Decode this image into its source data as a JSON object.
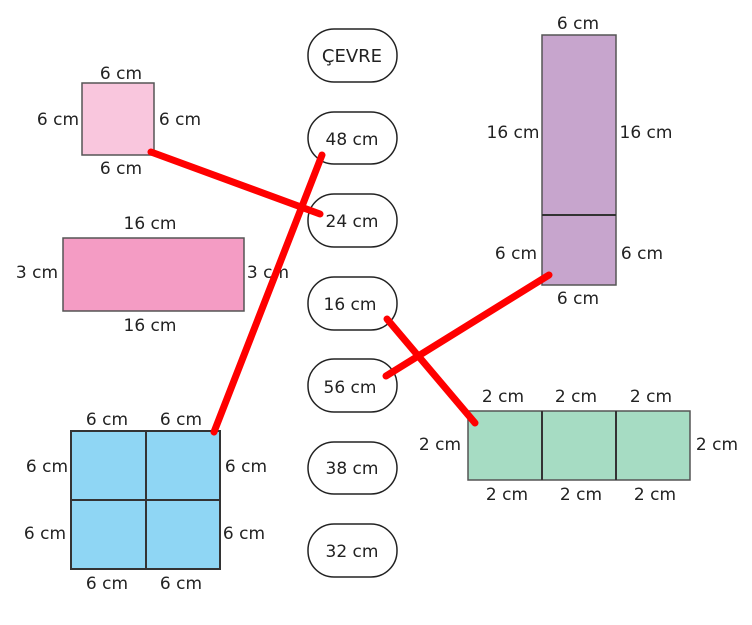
{
  "colors": {
    "pink_light": "#f9c6dd",
    "pink": "#f49cc4",
    "purple": "#c7a5cd",
    "blue": "#8fd6f4",
    "green": "#a6dcc3",
    "outline": "#555555",
    "line": "#ff0000"
  },
  "column": {
    "title": "ÇEVRE",
    "options": [
      "48 cm",
      "24 cm",
      "16 cm",
      "56 cm",
      "38 cm",
      "32 cm"
    ]
  },
  "shapes": {
    "small_square": {
      "top": "6 cm",
      "bottom": "6 cm",
      "left": "6 cm",
      "right": "6 cm"
    },
    "pink_rect": {
      "top": "16 cm",
      "bottom": "16 cm",
      "left": "3 cm",
      "right": "3 cm"
    },
    "blue_grid": {
      "top": [
        "6 cm",
        "6 cm"
      ],
      "bottom": [
        "6 cm",
        "6 cm"
      ],
      "left": [
        "6 cm",
        "6 cm"
      ],
      "right": [
        "6 cm",
        "6 cm"
      ]
    },
    "purple_tall": {
      "top": "6 cm",
      "left_upper": "16 cm",
      "right_upper": "16 cm",
      "left_lower": "6 cm",
      "right_lower": "6 cm",
      "bottom": "6 cm"
    },
    "green_strip": {
      "top": [
        "2 cm",
        "2 cm",
        "2 cm"
      ],
      "bottom": [
        "2 cm",
        "2 cm",
        "2 cm"
      ],
      "left": "2 cm",
      "right": "2 cm"
    }
  },
  "matches": [
    {
      "shape": "small_square",
      "answer": "24 cm"
    },
    {
      "shape": "blue_grid",
      "answer": "48 cm"
    },
    {
      "shape": "purple_tall",
      "answer": "56 cm"
    },
    {
      "shape": "green_strip",
      "answer": "16 cm"
    }
  ]
}
